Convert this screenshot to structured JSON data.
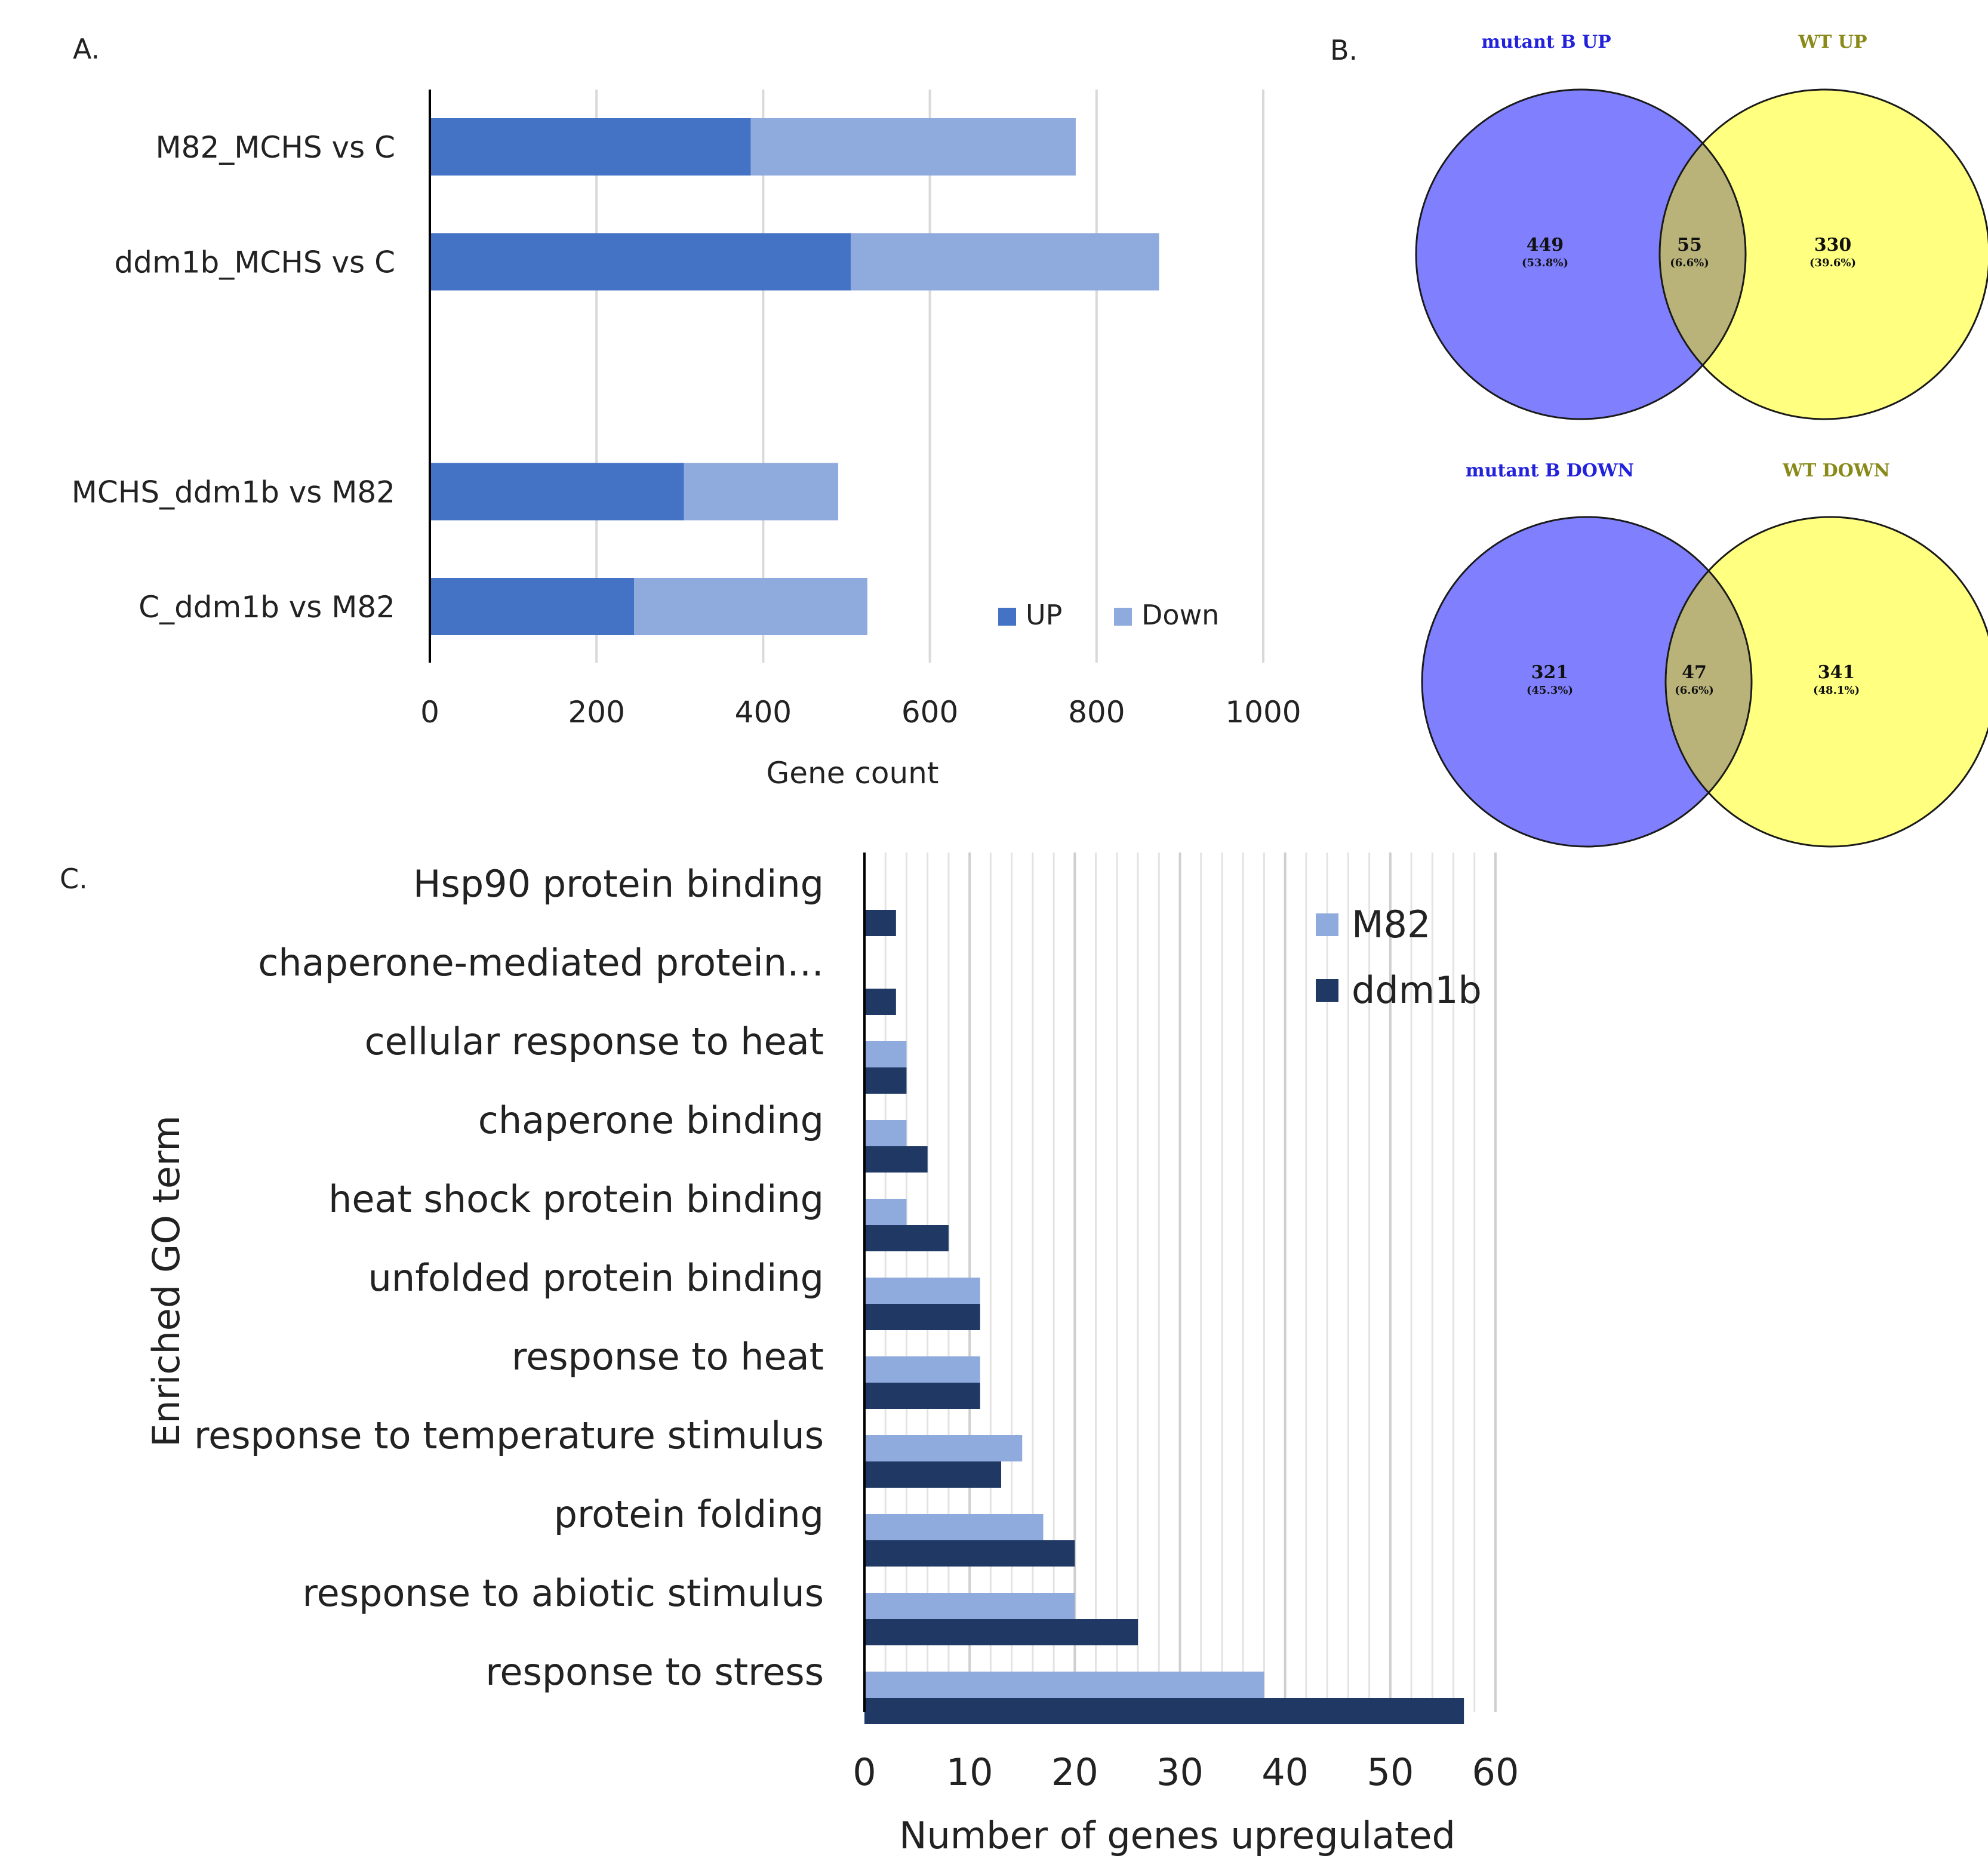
{
  "panel_labels": {
    "a": "A.",
    "b": "B.",
    "c": "C."
  },
  "chart_data": [
    {
      "panel": "A.",
      "type": "bar",
      "orientation": "horizontal",
      "stacked": true,
      "categories": [
        "M82_MCHS vs C",
        "ddm1b_MCHS vs C",
        "MCHS_ddm1b vs M82",
        "C_ddm1b vs M82"
      ],
      "series": [
        {
          "name": "UP",
          "values": [
            385,
            505,
            305,
            245
          ],
          "color": "#4472c4"
        },
        {
          "name": "Down",
          "values": [
            390,
            370,
            185,
            280
          ],
          "color": "#8faadc"
        }
      ],
      "xlabel": "Gene count",
      "xlim": [
        0,
        1000
      ],
      "xticks": [
        "0",
        "200",
        "400",
        "600",
        "800",
        "1000"
      ],
      "grid": "vertical",
      "legend": "bottom-right"
    },
    {
      "panel": "B.",
      "type": "venn",
      "diagrams": [
        {
          "left_title": "mutant B UP",
          "right_title": "WT UP",
          "left": {
            "count": "449",
            "pct": "(53.8%)"
          },
          "both": {
            "count": "55",
            "pct": "(6.6%)"
          },
          "right": {
            "count": "330",
            "pct": "(39.6%)"
          }
        },
        {
          "left_title": "mutant B DOWN",
          "right_title": "WT DOWN",
          "left": {
            "count": "321",
            "pct": "(45.3%)"
          },
          "both": {
            "count": "47",
            "pct": "(6.6%)"
          },
          "right": {
            "count": "341",
            "pct": "(48.1%)"
          }
        }
      ],
      "colors": {
        "left": "#8080ff",
        "right": "#ffff80",
        "overlap": "#b9b37a",
        "left_title": "#2222dd",
        "right_title": "#8a8a1a"
      }
    },
    {
      "panel": "C.",
      "type": "bar",
      "orientation": "horizontal",
      "categories": [
        "Hsp90 protein binding",
        "chaperone-mediated protein…",
        "cellular response to heat",
        "chaperone binding",
        "heat shock protein binding",
        "unfolded protein binding",
        "response to heat",
        "response to temperature stimulus",
        "protein folding",
        "response to abiotic stimulus",
        "response to stress"
      ],
      "series": [
        {
          "name": "M82",
          "values": [
            0,
            0,
            4,
            4,
            4,
            11,
            11,
            15,
            17,
            20,
            38
          ],
          "color": "#8faadc"
        },
        {
          "name": "ddm1b",
          "values": [
            3,
            3,
            4,
            6,
            8,
            11,
            11,
            13,
            20,
            26,
            57
          ],
          "color": "#203864"
        }
      ],
      "xlabel": "Number of genes upregulated",
      "ylabel": "Enriched GO term",
      "xlim": [
        0,
        60
      ],
      "xticks": [
        "0",
        "10",
        "20",
        "30",
        "40",
        "50",
        "60"
      ],
      "grid": "vertical",
      "legend": "top-right"
    }
  ]
}
